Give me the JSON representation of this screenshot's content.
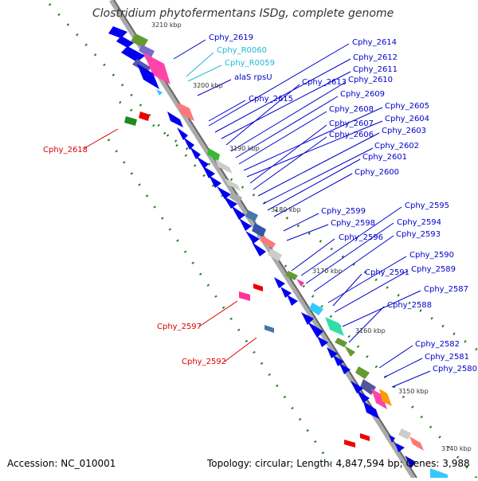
{
  "map": {
    "title": "Clostridium phytofermentans ISDg, complete genome",
    "accession": "Accession: NC_010001",
    "summary": "Topology: circular; Length: 4,847,594 bp; Genes: 3,988",
    "colors": {
      "cds": "#0000ee",
      "label_cds": "#0000cc",
      "label_rna": "#22b8d8",
      "label_reverse": "#dd0000",
      "backbone": "#888888",
      "gc_tick": "#228822"
    },
    "kbp_labels": [
      "3210 kbp",
      "3200 kbp",
      "3190 kbp",
      "3180 kbp",
      "3170 kbp",
      "3160 kbp",
      "3150 kbp",
      "3140 kbp"
    ],
    "forward_labels": [
      "Cphy_2619",
      "Cphy_R0060",
      "Cphy_R0059",
      "alaS rpsU",
      "Cphy_2615",
      "Cphy_2614",
      "Cphy_2612",
      "Cphy_2611",
      "Cphy_2613",
      "Cphy_2610",
      "Cphy_2609",
      "Cphy_2608",
      "Cphy_2605",
      "Cphy_2604",
      "Cphy_2607",
      "Cphy_2606",
      "Cphy_2603",
      "Cphy_2602",
      "Cphy_2601",
      "Cphy_2600",
      "Cphy_2599",
      "Cphy_2598",
      "Cphy_2596",
      "Cphy_2595",
      "Cphy_2594",
      "Cphy_2593",
      "Cphy_2590",
      "Cphy_2591",
      "Cphy_2589",
      "Cphy_2587",
      "Cphy_2588",
      "Cphy_2582",
      "Cphy_2581",
      "Cphy_2580"
    ],
    "reverse_labels": [
      "Cphy_2618",
      "Cphy_2597",
      "Cphy_2592"
    ]
  }
}
